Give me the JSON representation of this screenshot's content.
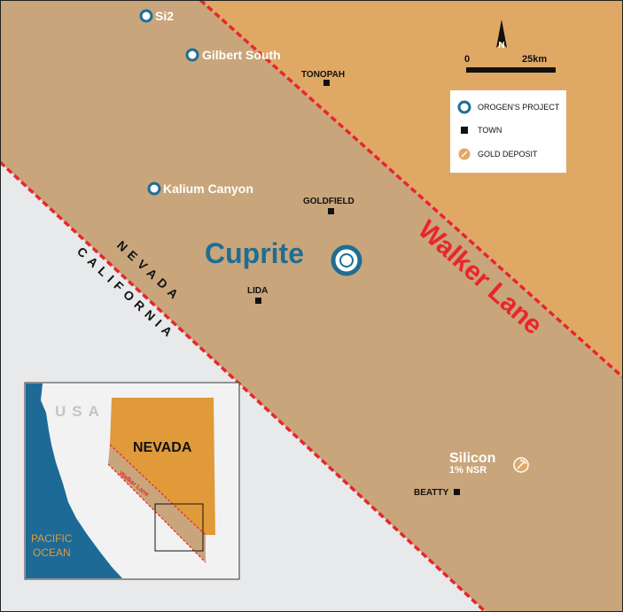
{
  "colors": {
    "walker_lane_band": "#c9a57b",
    "east_region": "#e0a865",
    "california": "#e8e9eb",
    "fault_line": "#e8262d",
    "project_blue": "#1e6e93",
    "text_white": "#ffffff",
    "town_black": "#111111",
    "inset_nevada": "#e09a3a",
    "inset_ocean": "#1d6a97",
    "inset_land": "#f2f2f2"
  },
  "projects": {
    "si2": "Si2",
    "gilbert_south": "Gilbert South",
    "kalium_canyon": "Kalium Canyon",
    "cuprite": "Cuprite"
  },
  "towns": {
    "tonopah": "TONOPAH",
    "goldfield": "GOLDFIELD",
    "lida": "LIDA",
    "beatty": "BEATTY"
  },
  "gold_deposit": {
    "name": "Silicon",
    "note": "1% NSR"
  },
  "region_labels": {
    "walker_lane": "Walker Lane",
    "nevada": "NEVADA",
    "california": "CALIFORNIA"
  },
  "scale_bar": {
    "start": "0",
    "end": "25km",
    "north": "N"
  },
  "legend": {
    "project": "OROGEN'S PROJECT",
    "town": "TOWN",
    "gold": "GOLD DEPOSIT"
  },
  "inset": {
    "country": "USA",
    "state": "NEVADA",
    "fault": "Walker Lane",
    "ocean_line1": "PACIFIC",
    "ocean_line2": "OCEAN"
  }
}
